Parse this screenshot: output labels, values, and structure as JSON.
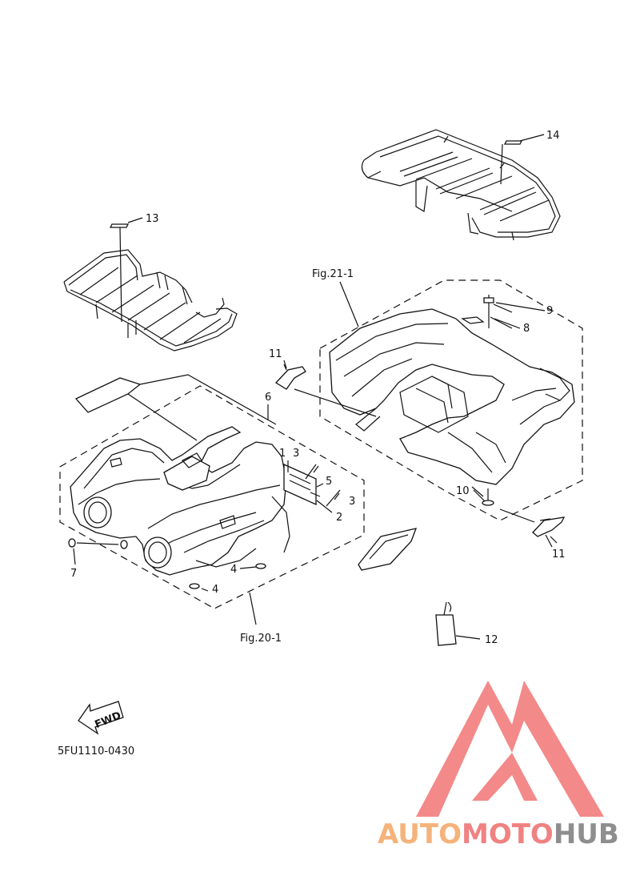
{
  "labels": {
    "n1": "1",
    "n2": "2",
    "n3a": "3",
    "n3b": "3",
    "n4a": "4",
    "n4b": "4",
    "n5": "5",
    "n6": "6",
    "n7": "7",
    "n8": "8",
    "n9": "9",
    "n10": "10",
    "n11a": "11",
    "n11b": "11",
    "n12": "12",
    "n13": "13",
    "n14": "14"
  },
  "figure_refs": {
    "front": "Fig.20-1",
    "rear": "Fig.21-1"
  },
  "fwd_arrow_text": "FWD",
  "diagram_code": "5FU1110-0430",
  "watermark": {
    "part1": "AUTO",
    "part2": "MOTO",
    "part3": "HUB"
  },
  "colors": {
    "logo_red": "#f27d7d",
    "wm_orange": "#f5b37a",
    "wm_red": "#f08282",
    "wm_gray": "#8e8e8e"
  }
}
